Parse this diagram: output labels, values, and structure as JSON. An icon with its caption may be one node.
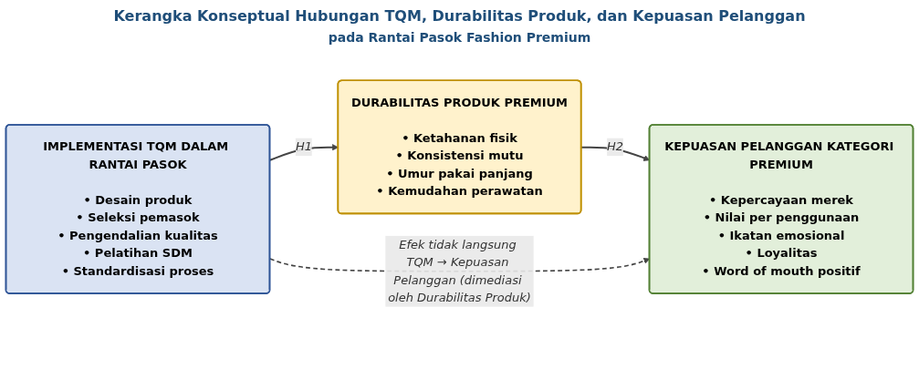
{
  "diagram": {
    "title": "Kerangka Konseptual Hubungan TQM, Durabilitas Produk, dan Kepuasan Pelanggan",
    "nodes": [
      {
        "text": [
          "IMPLEMENTASI TQM DALAM RANTAI PASOK",
          "• Desain produk",
          "• Seleksi pemasok",
          "• Pengendalian kualitas",
          "• Pelatihan SDM",
          "• Standardisasi proses"
        ]
      },
      {
        "text": [
          "DURABILITAS PRODUK PREMIUM",
          "• Ketahanan fisik",
          "• Konsistensi mutu",
          "• Umur pakai panjang",
          "• Kemudahan perawatan"
        ]
      },
      {
        "text": [
          "KEPUASAN PELANGGAN KATEGORI PREMIUM",
          "• Kepercayaan merek",
          "• Nilai per penggunaan",
          "• Ikatan emosional",
          "• Loyalitas",
          "• Word of mouth positif"
        ]
      }
    ],
    "edges": [
      {
        "from": 0,
        "to": 1,
        "arrow": "to",
        "label": "H1"
      },
      {
        "from": 1,
        "to": 2,
        "arrow": "to",
        "label": "H2"
      },
      {
        "from": 0,
        "to": 2,
        "arrow": "to",
        "label": "Efek tidak langsung TQM → Kepuasan Pelanggan (dimediasi oleh Durabilitas Produk)",
        "style": "dashed"
      }
    ],
    "labels": [
      "pada Rantai Pasok Fashion Premium"
    ]
  }
}
